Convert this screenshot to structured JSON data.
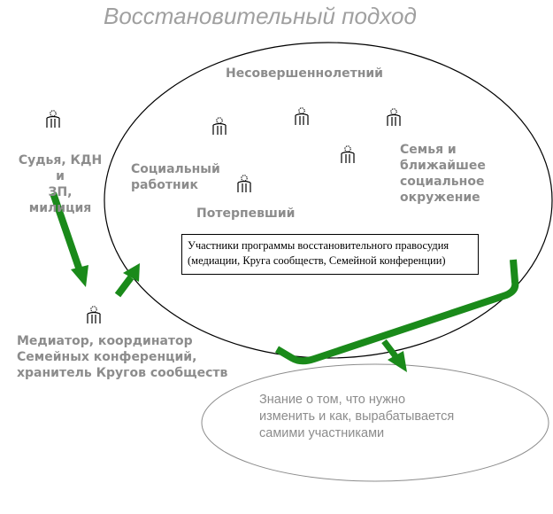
{
  "title": "Восстановительный подход",
  "participants": {
    "judge": "Судья, КДН и\nЗП,\nмилиция",
    "minor": "Несовершеннолетний",
    "social_worker": "Социальный\nработник",
    "victim": "Потерпевший",
    "family": "Семья и\nближайшее\nсоциальное\nокружение",
    "mediator": "Медиатор, координатор\nСемейных конференций,\nхранитель Кругов сообществ"
  },
  "program_box": "Участники программы восстановительного правосудия\n(медиации, Круга сообществ, Семейной конференции)",
  "knowledge": "Знание о том, что нужно\nизменить и как, вырабатывается\n самими участниками",
  "colors": {
    "arrow": "#1a8a1a",
    "text": "#8c8c8c",
    "outline": "#000000"
  },
  "icons": [
    "person-icon"
  ]
}
